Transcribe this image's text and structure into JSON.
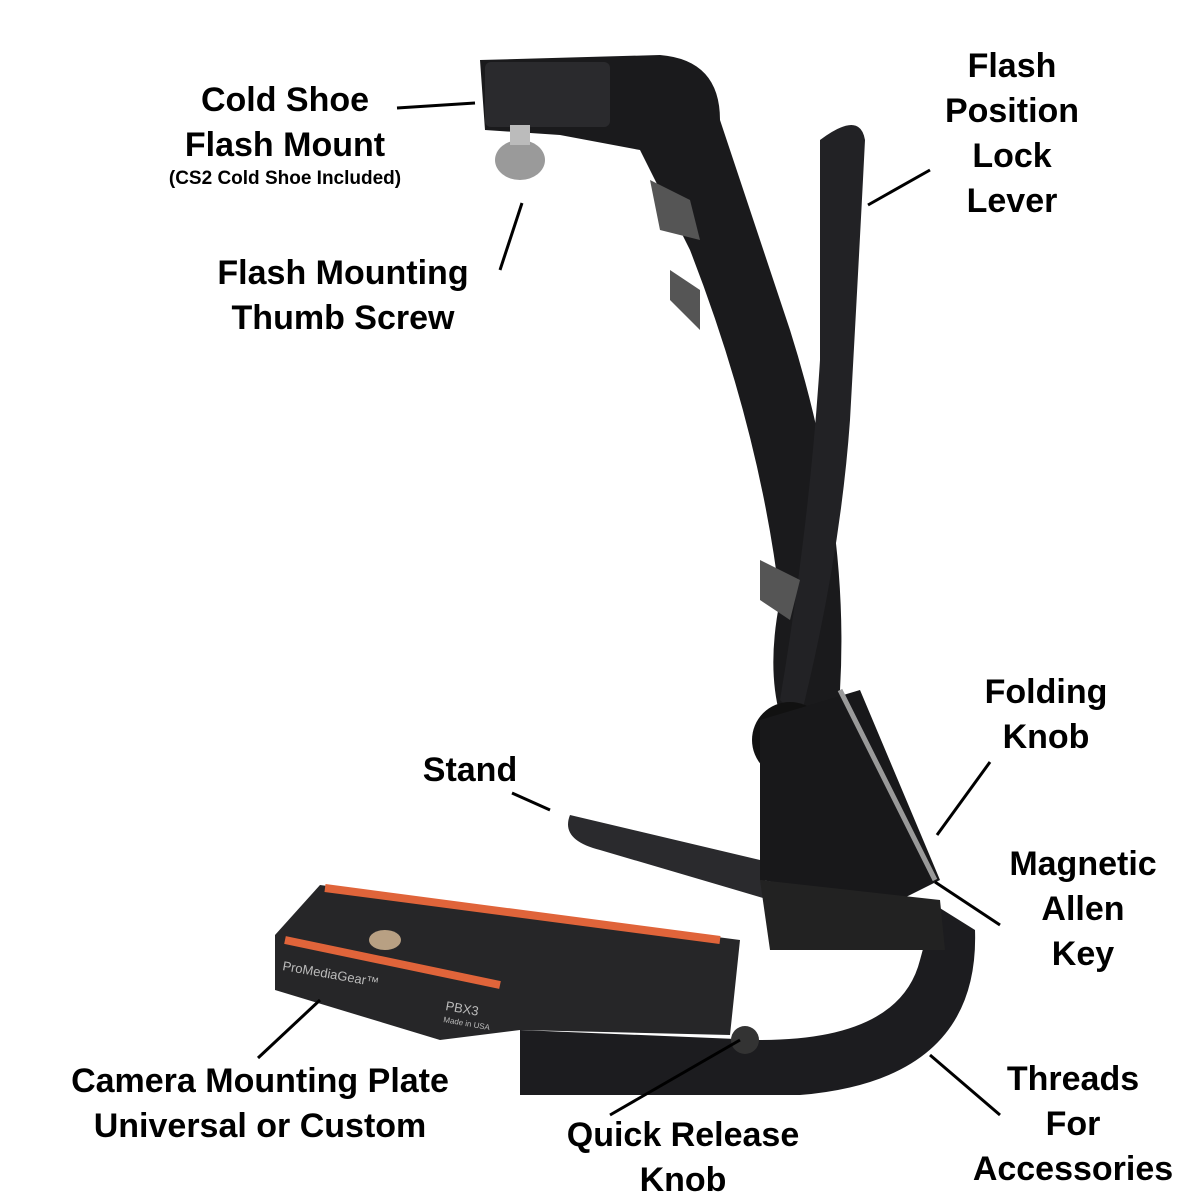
{
  "labels": {
    "cold_shoe": {
      "lines": [
        "Cold Shoe",
        "Flash Mount"
      ],
      "note": "(CS2 Cold Shoe Included)"
    },
    "lock_lever": {
      "lines": [
        "Flash",
        "Position",
        "Lock",
        "Lever"
      ]
    },
    "thumb_screw": {
      "lines": [
        "Flash Mounting",
        "Thumb Screw"
      ]
    },
    "folding_knob": {
      "lines": [
        "Folding",
        "Knob"
      ]
    },
    "stand": {
      "lines": [
        "Stand"
      ]
    },
    "allen_key": {
      "lines": [
        "Magnetic",
        "Allen",
        "Key"
      ]
    },
    "camera_plate": {
      "lines": [
        "Camera Mounting Plate",
        "Universal or Custom"
      ]
    },
    "quick_release": {
      "lines": [
        "Quick Release",
        "Knob"
      ]
    },
    "threads": {
      "lines": [
        "Threads",
        "For",
        "Accessories"
      ]
    }
  },
  "product_markings": {
    "brand": "ProMediaGear™",
    "model": "PBX3",
    "origin": "Made in USA"
  },
  "colors": {
    "metal": "#1a1a1c",
    "accent": "#e0643a",
    "label": "#000000"
  }
}
